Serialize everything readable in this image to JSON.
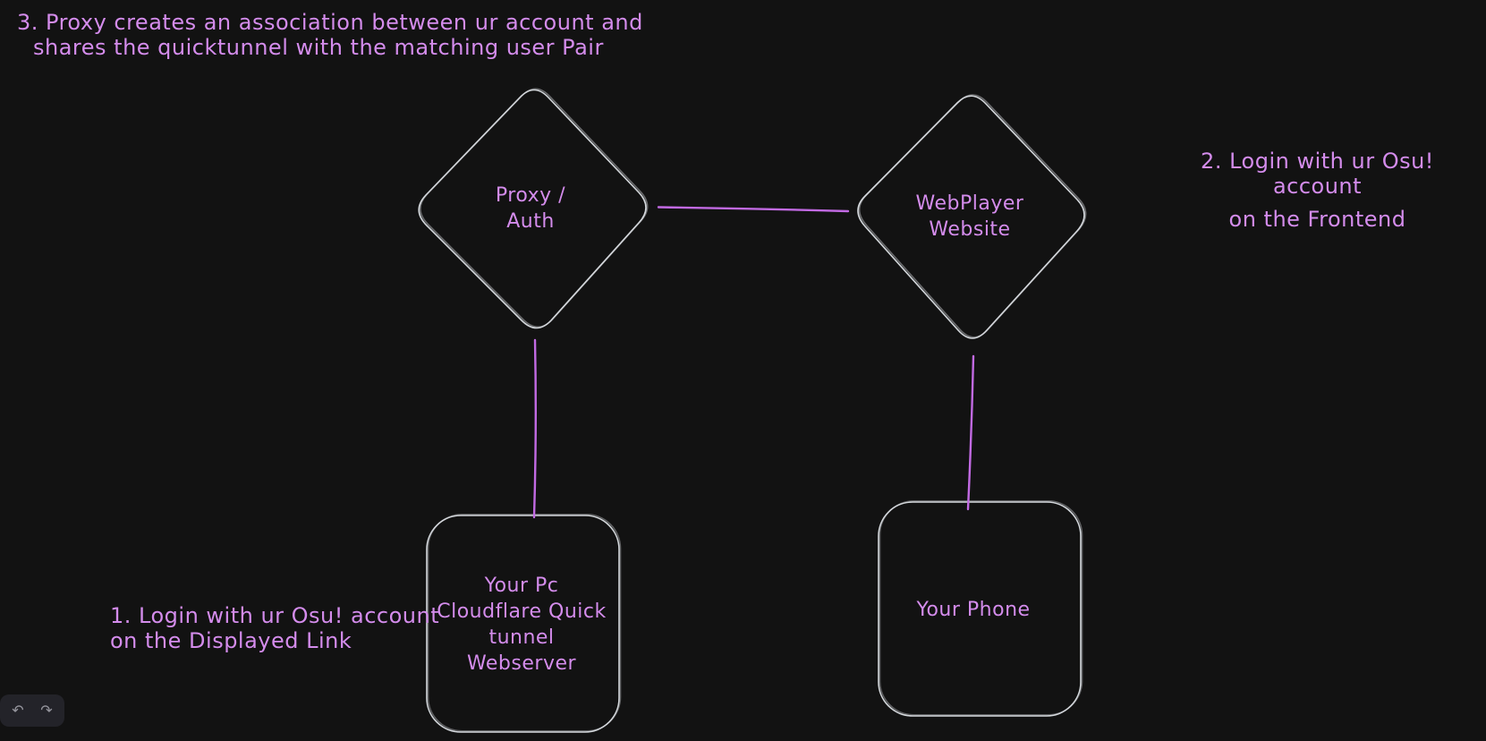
{
  "canvas": {
    "background_color": "#121212",
    "shape_stroke_color": "#d4d8dc",
    "text_color": "#d48cec",
    "connector_color": "#c26ae3"
  },
  "notes": {
    "step3_line1": "3. Proxy creates an association between ur account and",
    "step3_line2": "shares the quicktunnel with the matching user Pair",
    "step2_line1": "2. Login with ur Osu! account",
    "step2_line2": "on the Frontend",
    "step1_line1": "1. Login with ur Osu! account",
    "step1_line2": "on the Displayed Link"
  },
  "nodes": {
    "proxy_auth_label": "Proxy /\nAuth",
    "webplayer_label": "WebPlayer\nWebsite",
    "pc_tunnel_label": "Your Pc\nCloudflare Quick\ntunnel\nWebserver",
    "phone_label": "Your Phone"
  },
  "toolbar": {
    "undo_icon": "↶",
    "redo_icon": "↷"
  }
}
